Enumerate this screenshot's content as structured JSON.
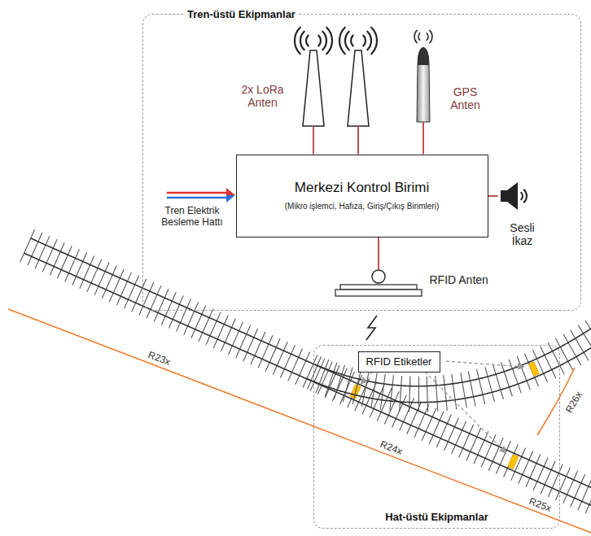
{
  "diagram": {
    "nodes": [
      {
        "text": [
          "Tren-üstü Ekipmanlar"
        ]
      },
      {
        "text": [
          "2x LoRa Anten"
        ],
        "in": 0
      },
      {
        "text": [
          "GPS Anten"
        ],
        "in": 0
      },
      {
        "text": [
          "Merkezi Kontrol Birimi",
          "(Mikro işlemci, Hafıza, Giriş/Çıkış Birimleri)"
        ],
        "in": 0
      },
      {
        "text": [
          "Sesli İkaz"
        ],
        "in": 0
      },
      {
        "text": [
          "RFID Anten"
        ],
        "in": 0
      },
      {
        "text": [
          "Hat-üstü Ekipmanlar"
        ]
      },
      {
        "text": [
          "RFID Etiketler"
        ],
        "in": 6
      }
    ],
    "edges": [
      {
        "from": 3,
        "to": 1,
        "arrow": "none"
      },
      {
        "from": 3,
        "to": 2,
        "arrow": "none"
      },
      {
        "from": 3,
        "to": 4,
        "arrow": "none"
      },
      {
        "from": 3,
        "to": 5,
        "arrow": "none"
      }
    ],
    "labels": [
      "Tren Elektrik Besleme Hattı",
      "R23x",
      "R24x",
      "R25x",
      "R26x"
    ]
  }
}
